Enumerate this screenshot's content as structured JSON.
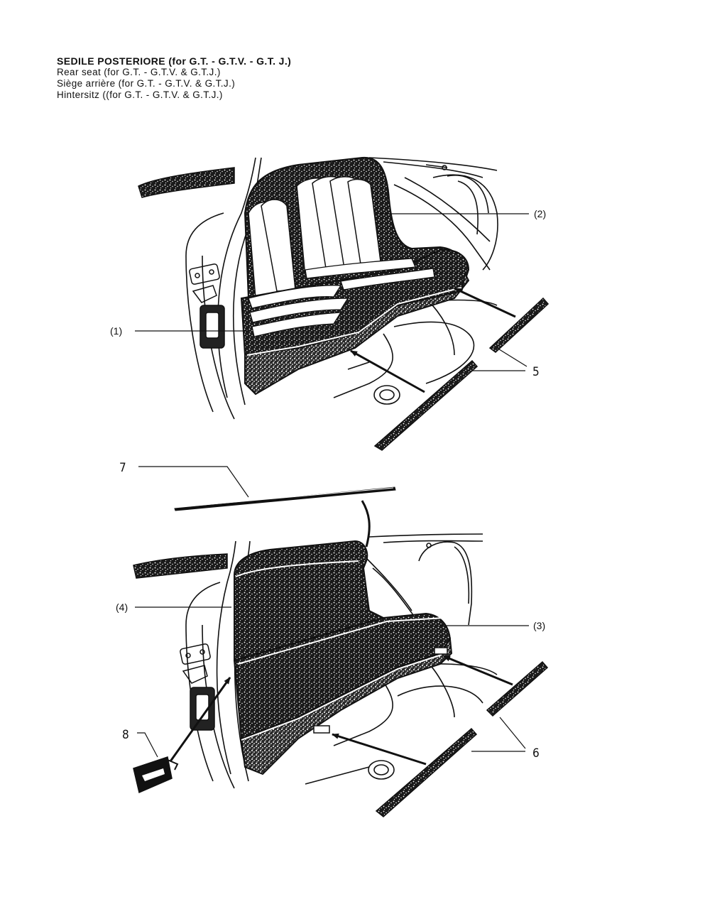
{
  "heading": {
    "line1": "SEDILE POSTERIORE (for G.T. - G.T.V. - G.T. J.)",
    "line2": "Rear seat (for G.T. - G.T.V. & G.T.J.)",
    "line3": "Siège arrière (for G.T. - G.T.V. & G.T.J.)",
    "line4": "Hintersitz ((for G.T. - G.T.V. & G.T.J.)"
  },
  "callouts": {
    "c1": "(1)",
    "c2": "(2)",
    "c3": "(3)",
    "c4": "(4)",
    "c5": "5",
    "c6": "6",
    "c7": "7",
    "c8": "8"
  }
}
